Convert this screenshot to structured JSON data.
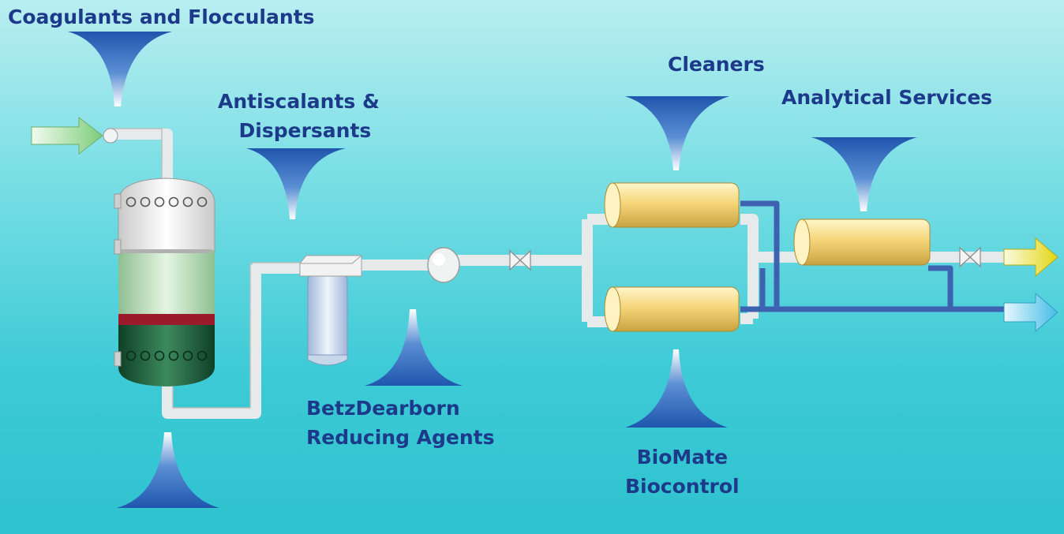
{
  "labels": {
    "coagulants": "Coagulants and Flocculants",
    "antiscalants_line1": "Antiscalants &",
    "antiscalants_line2": "Dispersants",
    "reducing_line1": "BetzDearborn",
    "reducing_line2": "Reducing Agents",
    "cleaners": "Cleaners",
    "analytical": "Analytical Services",
    "biomate_line1": "BioMate",
    "biomate_line2": "Biocontrol"
  },
  "colors": {
    "label_text": "#1d3a8a",
    "funnel": "#2a62b8",
    "pipe": "#e6eaea",
    "permeate_pipe": "#3d63b0",
    "cartridge": "#f6d87a",
    "filter_band_red": "#9b1b2a",
    "filter_green_dark": "#1e5a3c",
    "product_arrow": "#e8e020",
    "concentrate_arrow": "#55c6ea",
    "inlet_arrow": "#8fd18a"
  },
  "icons": {
    "chemical_dosing": "funnel-icon",
    "flow": "flow-arrow-icon",
    "valve": "valve-icon"
  }
}
